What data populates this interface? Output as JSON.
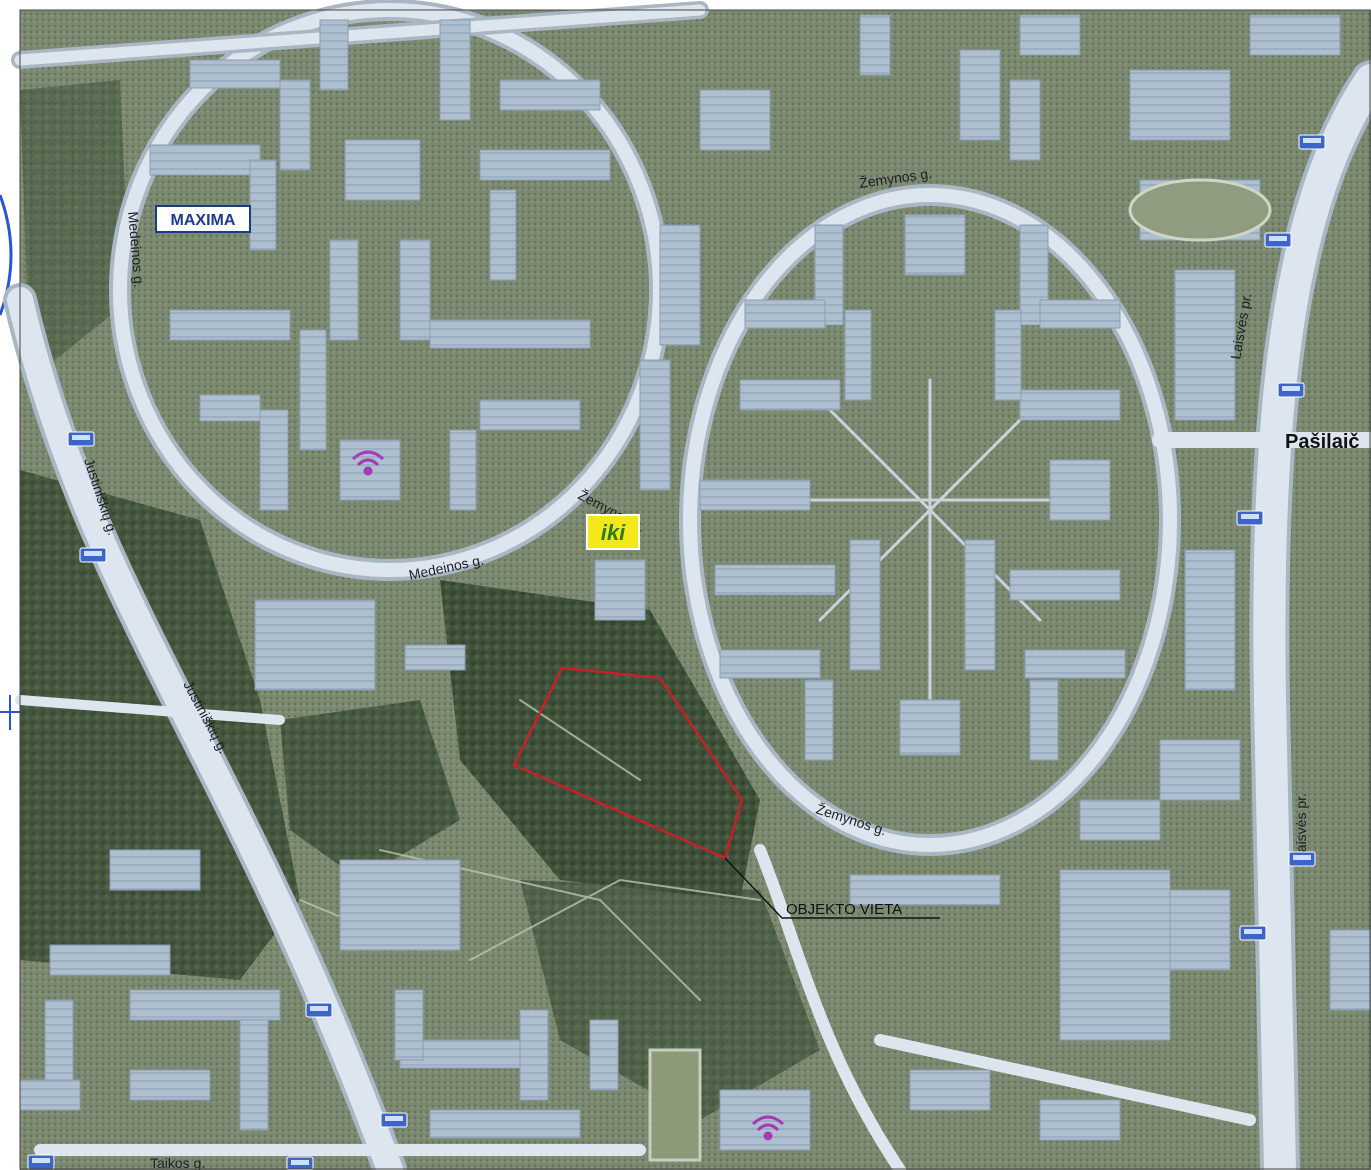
{
  "streets": {
    "zemynos_top": "Žemynos g.",
    "zemynos_mid": "Žemynos g.",
    "zemynos_bottom": "Žemynos g.",
    "medeinos_left": "Medeinos g.",
    "medeinos_bottom": "Medeinos g.",
    "justiniskiu_upper": "Justiniškių g.",
    "justiniskiu_lower": "Justiniškių g.",
    "laisves_upper": "Laisvės pr.",
    "laisves_lower": "Laisvės pr.",
    "taikos": "Taikos g."
  },
  "places": {
    "pasilaiciai": "Pašilaič"
  },
  "brands": {
    "maxima": "MAXIMA",
    "iki": "iki"
  },
  "annotation": {
    "label": "OBJEKTO VIETA",
    "outline_color": "#c8202a"
  },
  "colors": {
    "road": "#dde6ee",
    "road_edge": "#a9b7c4",
    "grass": "#6f7e63",
    "forest": "#3e5138",
    "building": "#a9b9cb",
    "bus_stop": "#3d64c8"
  },
  "icons": [
    "bus-stop-icon",
    "wifi-icon",
    "maxima-logo",
    "iki-logo"
  ]
}
